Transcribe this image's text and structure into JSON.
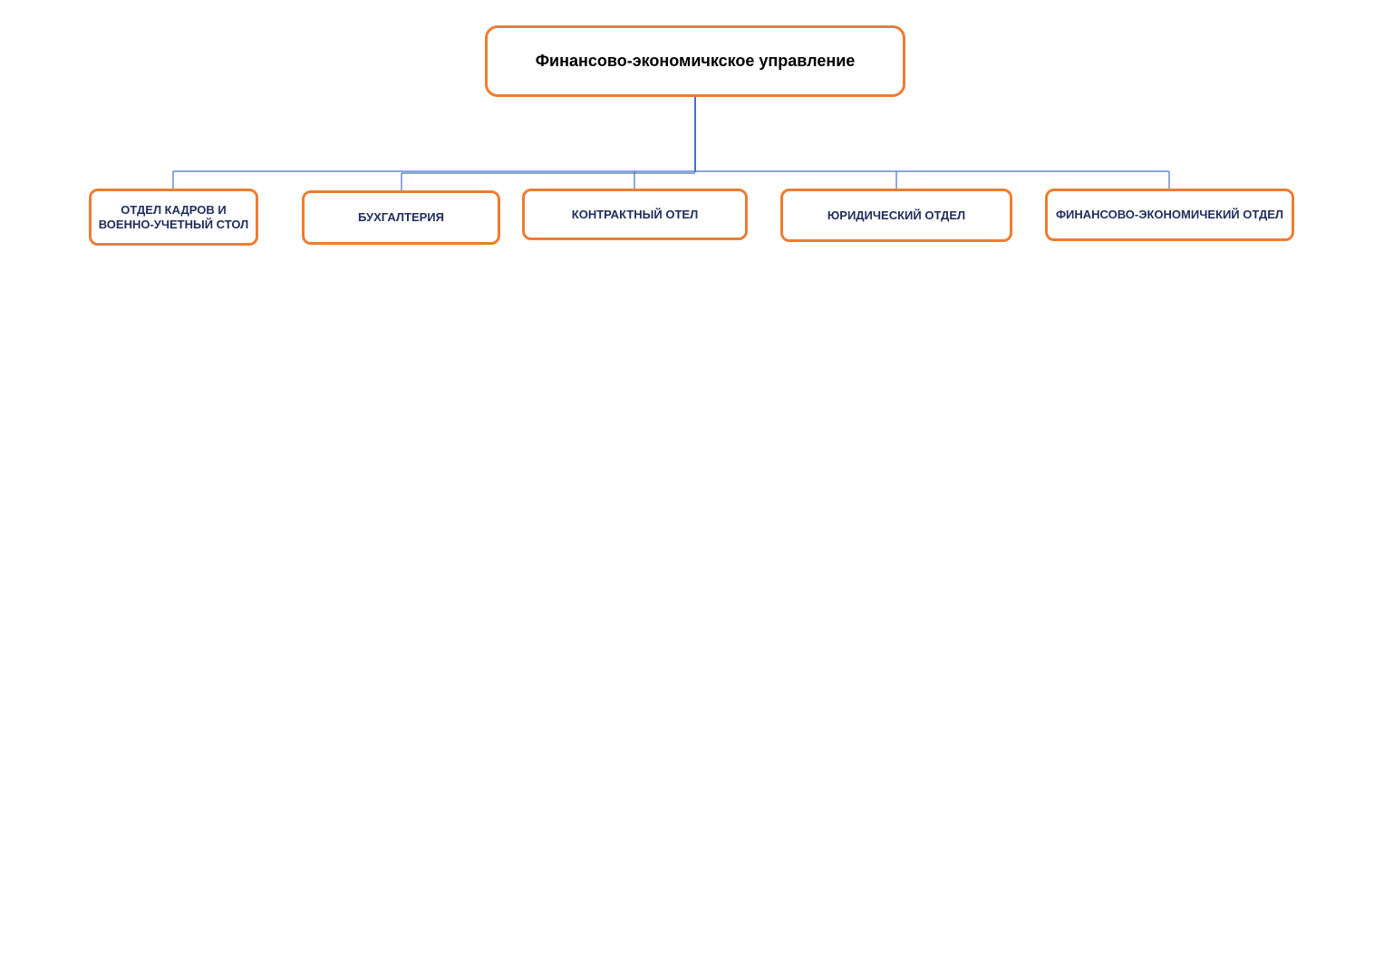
{
  "root": {
    "label": "Финансово-экономичкское управление"
  },
  "departments": [
    {
      "label": "ОТДЕЛ КАДРОВ И ВОЕННО-УЧЕТНЫЙ СТОЛ"
    },
    {
      "label": "БУХГАЛТЕРИЯ"
    },
    {
      "label": "КОНТРАКТНЫЙ ОТЕЛ"
    },
    {
      "label": "ЮРИДИЧЕСКИЙ ОТДЕЛ"
    },
    {
      "label": "ФИНАНСОВО-ЭКОНОМИЧЕКИЙ ОТДЕЛ"
    }
  ],
  "colors": {
    "node_border": "#ed7d31",
    "connector": "#4472c4",
    "child_text": "#1f2d5a",
    "root_text": "#000000"
  }
}
